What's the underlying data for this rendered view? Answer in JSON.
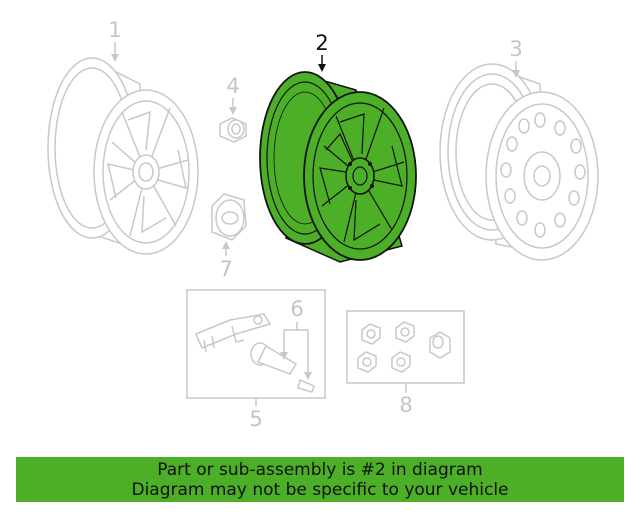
{
  "callouts": {
    "c1": "1",
    "c2": "2",
    "c3": "3",
    "c4": "4",
    "c5": "5",
    "c6": "6",
    "c7": "7",
    "c8": "8"
  },
  "banner": {
    "line1": "Part or sub-assembly is #2 in diagram",
    "line2": "Diagram may not be specific to your vehicle"
  },
  "colors": {
    "highlight": "#4daf27",
    "dimmed_line": "#c8c8c8",
    "callout_active": "#111111"
  }
}
